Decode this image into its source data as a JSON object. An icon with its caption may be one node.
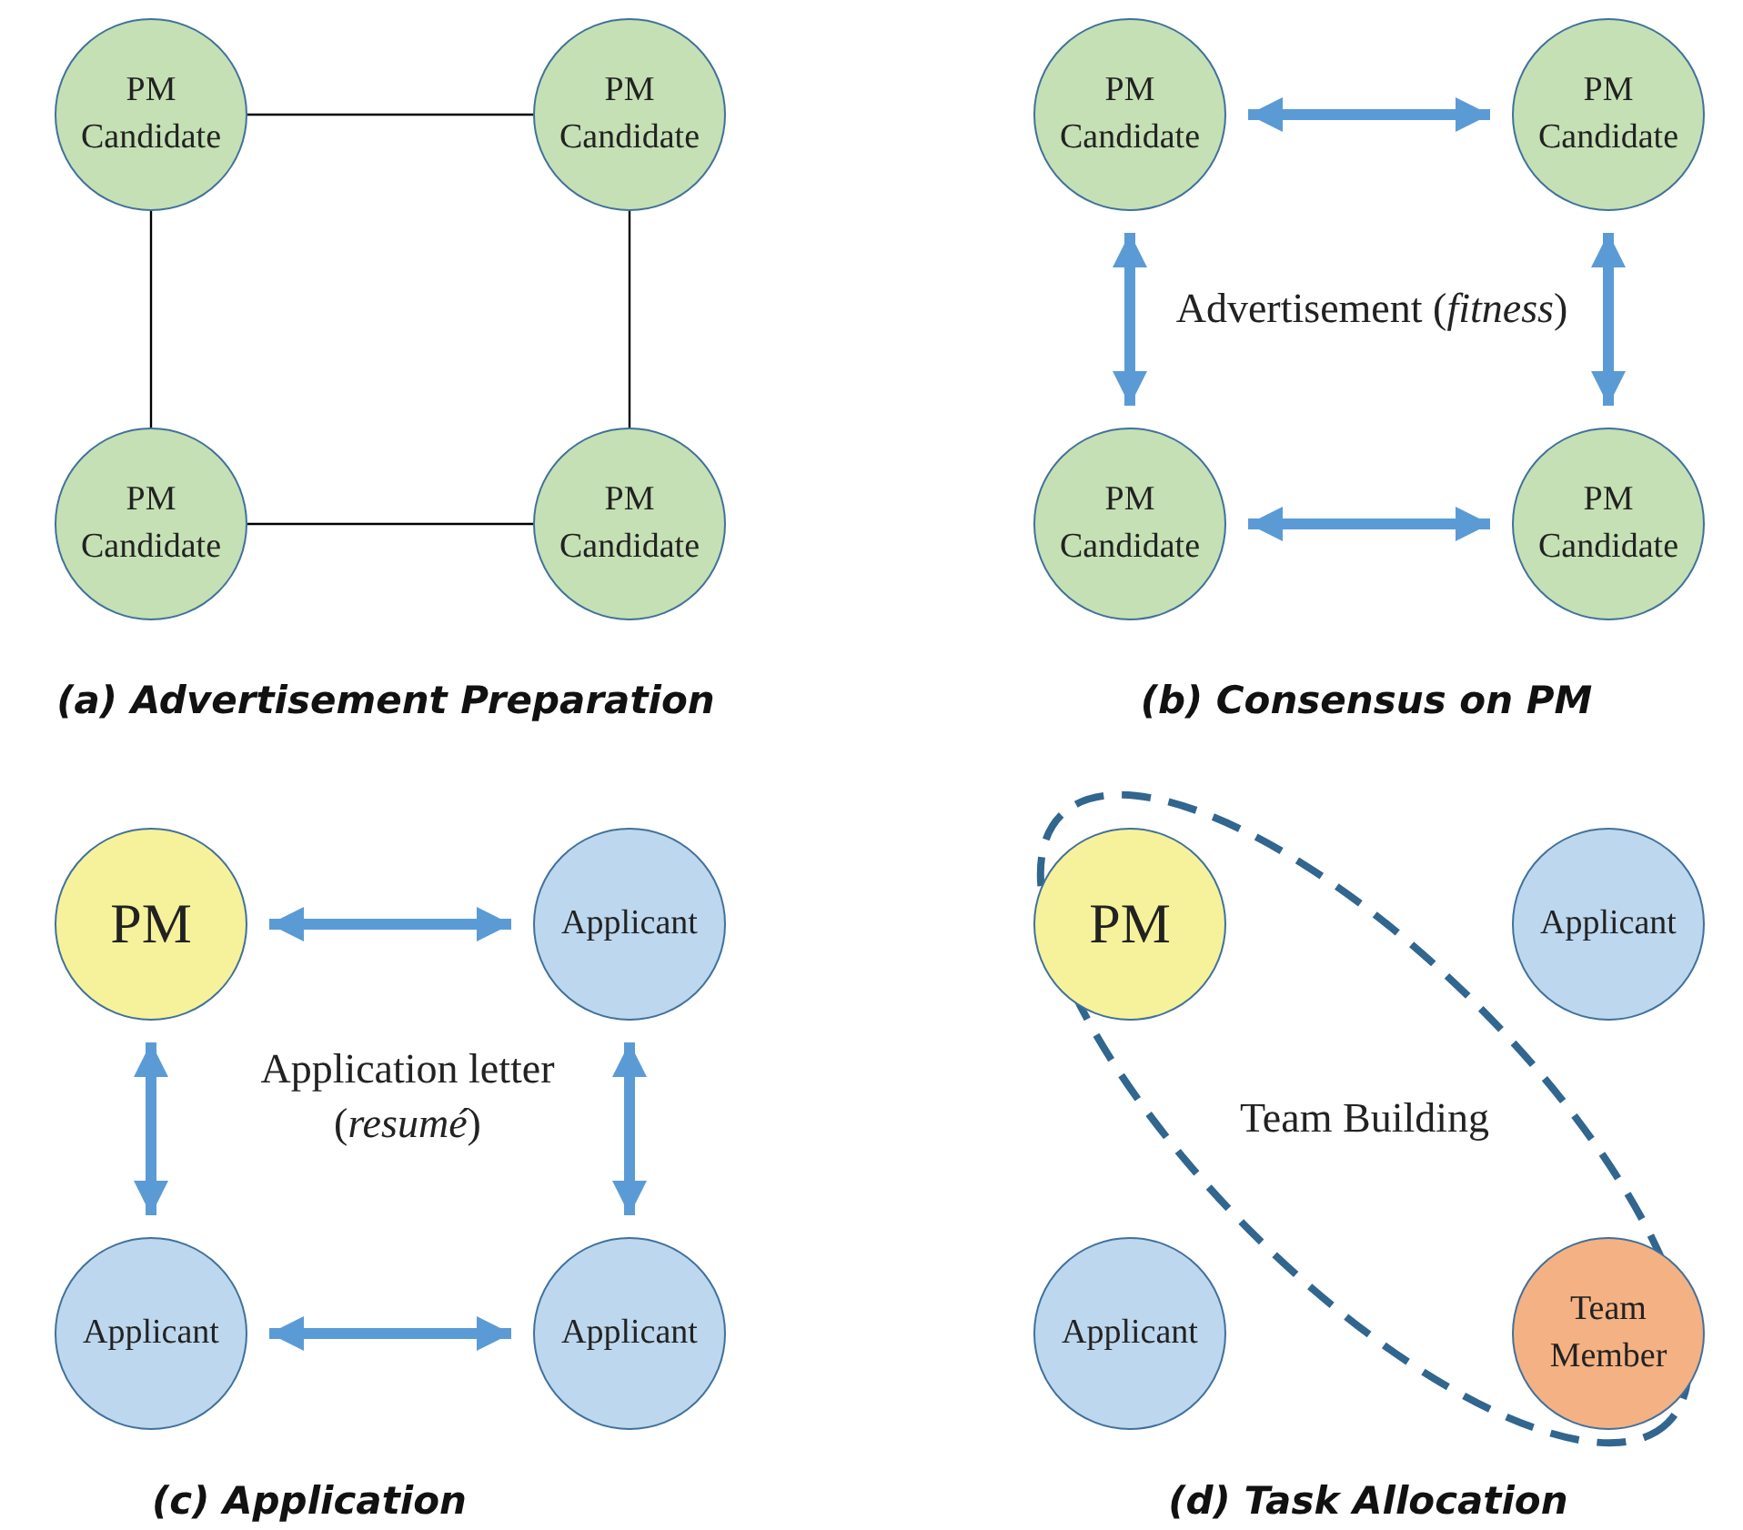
{
  "diagram": {
    "nodes": [
      {
        "text": [
          "PM Candidate"
        ]
      },
      {
        "text": [
          "PM Candidate"
        ]
      },
      {
        "text": [
          "PM Candidate"
        ]
      },
      {
        "text": [
          "PM Candidate"
        ]
      },
      {
        "text": [
          "PM Candidate"
        ]
      },
      {
        "text": [
          "PM Candidate"
        ]
      },
      {
        "text": [
          "PM Candidate"
        ]
      },
      {
        "text": [
          "PM Candidate"
        ]
      },
      {
        "text": [
          "PM"
        ]
      },
      {
        "text": [
          "Applicant"
        ]
      },
      {
        "text": [
          "Applicant"
        ]
      },
      {
        "text": [
          "Applicant"
        ]
      },
      {
        "text": [
          "Team Building"
        ]
      },
      {
        "text": [
          "PM"
        ],
        "in": 12
      },
      {
        "text": [
          "Applicant"
        ]
      },
      {
        "text": [
          "Applicant"
        ]
      },
      {
        "text": [
          "Team Member"
        ],
        "in": 12
      }
    ],
    "edges": [
      {
        "from": 0,
        "to": 1,
        "arrow": "none",
        "color": "#000000"
      },
      {
        "from": 0,
        "to": 2,
        "arrow": "none",
        "color": "#000000"
      },
      {
        "from": 1,
        "to": 3,
        "arrow": "none",
        "color": "#000000"
      },
      {
        "from": 2,
        "to": 3,
        "arrow": "none",
        "color": "#000000"
      },
      {
        "from": 4,
        "to": 5,
        "arrow": "both",
        "color": "#5b9bd5"
      },
      {
        "from": 4,
        "to": 6,
        "arrow": "both",
        "color": "#5b9bd5"
      },
      {
        "from": 5,
        "to": 7,
        "arrow": "both",
        "color": "#5b9bd5"
      },
      {
        "from": 6,
        "to": 7,
        "arrow": "both",
        "color": "#5b9bd5"
      },
      {
        "from": 8,
        "to": 9,
        "arrow": "both",
        "color": "#5b9bd5"
      },
      {
        "from": 8,
        "to": 10,
        "arrow": "both",
        "color": "#5b9bd5"
      },
      {
        "from": 9,
        "to": 11,
        "arrow": "both",
        "color": "#5b9bd5"
      },
      {
        "from": 10,
        "to": 11,
        "arrow": "both",
        "color": "#5b9bd5"
      }
    ],
    "labels": [
      "Advertisement (*fitness*)",
      "(a) Advertisement Preparation",
      "(b) Consensus on PM",
      "Application letter (*resumé*)",
      "(c) Application",
      "(d) Task Allocation"
    ]
  }
}
